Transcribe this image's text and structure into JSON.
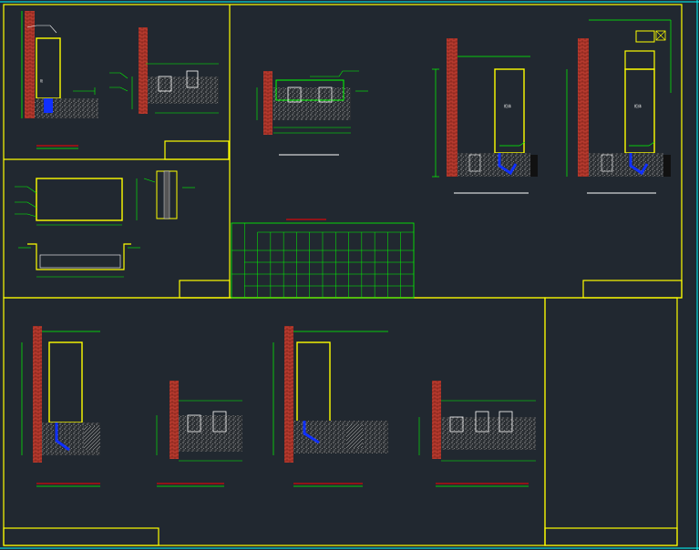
{
  "palette": {
    "background": "#212830",
    "frame": "#ffff00",
    "dimension": "#00ff00",
    "wall": "#c0392b",
    "pipe": "#1030ff",
    "white": "#ffffff",
    "cyan": "#00ffff",
    "red": "#ff0000"
  },
  "sheet": {
    "cabinet_label_a": "柜体",
    "cabinet_label_b": "柜体"
  },
  "schedule_table": {
    "rows": 4,
    "columns": 14
  }
}
